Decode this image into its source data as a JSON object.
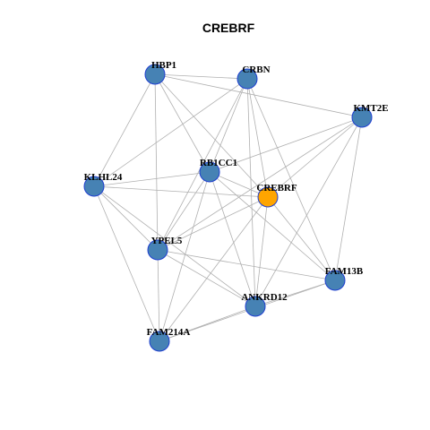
{
  "title": "CREBRF",
  "colors": {
    "default_node": "#4682b4",
    "focus_node": "#ffa500",
    "node_border": "#1f3fd0",
    "edge": "#b0b0b0"
  },
  "nodes": [
    {
      "id": "HBP1",
      "label": "HBP1",
      "focus": false
    },
    {
      "id": "CRBN",
      "label": "CRBN",
      "focus": false
    },
    {
      "id": "KMT2E",
      "label": "KMT2E",
      "focus": false
    },
    {
      "id": "KLHL24",
      "label": "KLHL24",
      "focus": false
    },
    {
      "id": "RB1CC1",
      "label": "RB1CC1",
      "focus": false
    },
    {
      "id": "CREBRF",
      "label": "CREBRF",
      "focus": true
    },
    {
      "id": "YPEL5",
      "label": "YPEL5",
      "focus": false
    },
    {
      "id": "FAM13B",
      "label": "FAM13B",
      "focus": false
    },
    {
      "id": "ANKRD12",
      "label": "ANKRD12",
      "focus": false
    },
    {
      "id": "FAM214A",
      "label": "FAM214A",
      "focus": false
    }
  ],
  "edges": [
    [
      "HBP1",
      "CRBN"
    ],
    [
      "HBP1",
      "KMT2E"
    ],
    [
      "HBP1",
      "KLHL24"
    ],
    [
      "HBP1",
      "RB1CC1"
    ],
    [
      "HBP1",
      "CREBRF"
    ],
    [
      "HBP1",
      "YPEL5"
    ],
    [
      "CRBN",
      "KLHL24"
    ],
    [
      "CRBN",
      "RB1CC1"
    ],
    [
      "CRBN",
      "CREBRF"
    ],
    [
      "CRBN",
      "YPEL5"
    ],
    [
      "CRBN",
      "FAM13B"
    ],
    [
      "CRBN",
      "ANKRD12"
    ],
    [
      "KMT2E",
      "RB1CC1"
    ],
    [
      "KMT2E",
      "CREBRF"
    ],
    [
      "KMT2E",
      "YPEL5"
    ],
    [
      "KMT2E",
      "FAM13B"
    ],
    [
      "KMT2E",
      "ANKRD12"
    ],
    [
      "KLHL24",
      "RB1CC1"
    ],
    [
      "KLHL24",
      "CREBRF"
    ],
    [
      "KLHL24",
      "YPEL5"
    ],
    [
      "KLHL24",
      "ANKRD12"
    ],
    [
      "KLHL24",
      "FAM214A"
    ],
    [
      "RB1CC1",
      "CREBRF"
    ],
    [
      "RB1CC1",
      "YPEL5"
    ],
    [
      "RB1CC1",
      "FAM13B"
    ],
    [
      "RB1CC1",
      "ANKRD12"
    ],
    [
      "RB1CC1",
      "FAM214A"
    ],
    [
      "CREBRF",
      "YPEL5"
    ],
    [
      "CREBRF",
      "FAM13B"
    ],
    [
      "CREBRF",
      "ANKRD12"
    ],
    [
      "CREBRF",
      "FAM214A"
    ],
    [
      "YPEL5",
      "FAM13B"
    ],
    [
      "YPEL5",
      "ANKRD12"
    ],
    [
      "YPEL5",
      "FAM214A"
    ],
    [
      "FAM13B",
      "ANKRD12"
    ],
    [
      "FAM13B",
      "FAM214A"
    ],
    [
      "ANKRD12",
      "FAM214A"
    ]
  ]
}
